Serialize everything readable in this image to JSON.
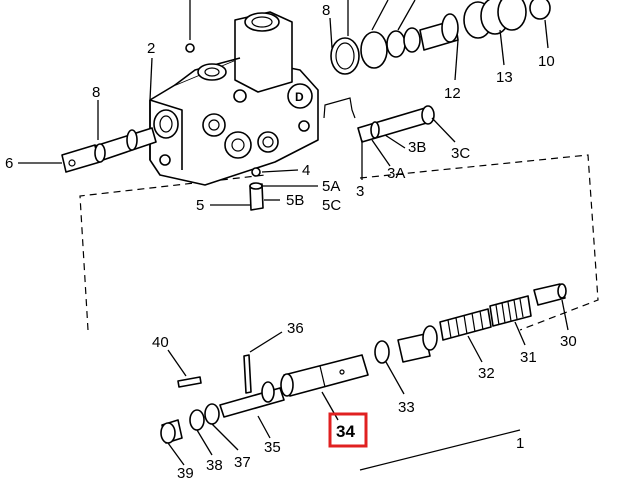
{
  "callouts": {
    "c1": "1",
    "c2": "2",
    "c3": "3",
    "c3A": "3A",
    "c3B": "3B",
    "c3C": "3C",
    "c4": "4",
    "c5": "5",
    "c5A": "5A",
    "c5B": "5B",
    "c5C": "5C",
    "c6": "6",
    "c8a": "8",
    "c8b": "8",
    "c10": "10",
    "c12": "12",
    "c13": "13",
    "c30": "30",
    "c31": "31",
    "c32": "32",
    "c33": "33",
    "c34": "34",
    "c35": "35",
    "c36": "36",
    "c37": "37",
    "c38": "38",
    "c39": "39",
    "c40": "40"
  },
  "highlight": {
    "callout": "34",
    "color": "#e02020"
  }
}
